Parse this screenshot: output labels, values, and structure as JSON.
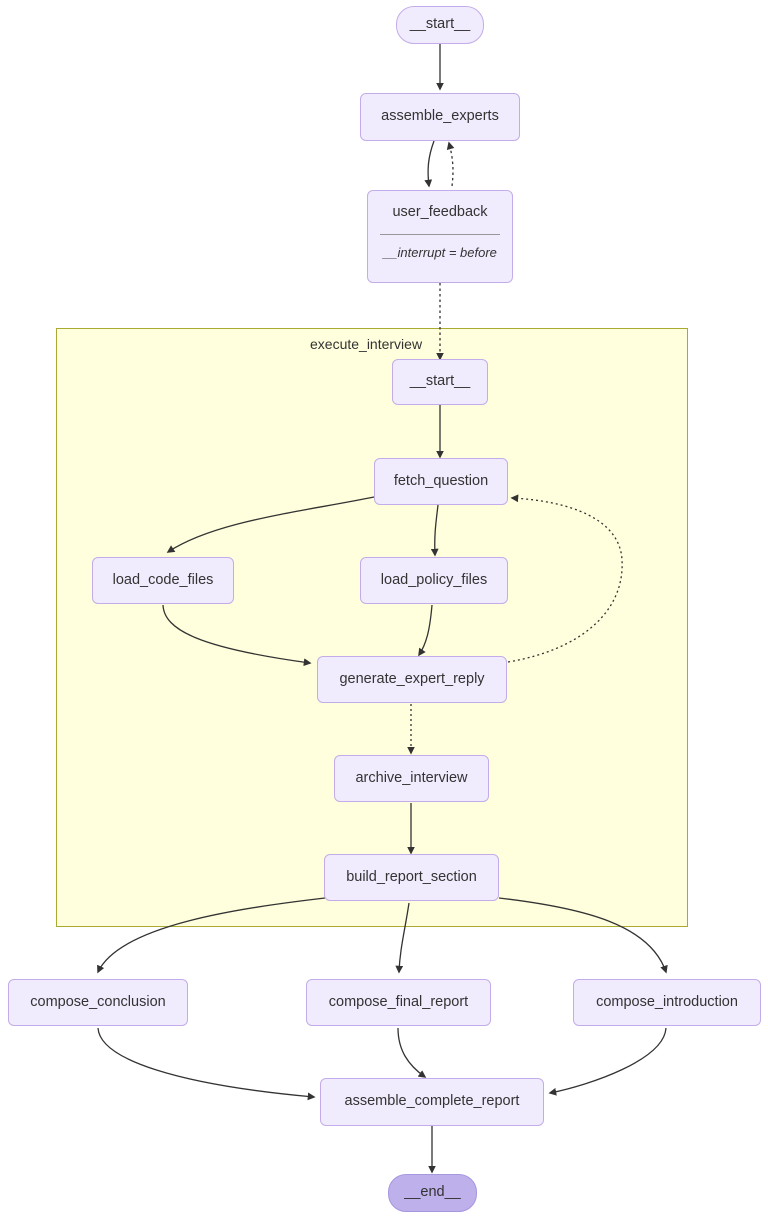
{
  "diagram": {
    "type": "flowchart",
    "direction": "top-down",
    "colors": {
      "node_fill": "#f1ecfd",
      "node_border": "#c3ace9",
      "node_text": "#333333",
      "end_fill": "#bdb0eb",
      "end_border": "#a796e0",
      "subgraph_fill": "#ffffdd",
      "subgraph_border": "#aaaa33",
      "edge_stroke": "#333333",
      "background": "#ffffff"
    },
    "subgraph": {
      "label": "execute_interview"
    },
    "nodes": {
      "start_outer": {
        "label": "__start__",
        "shape": "pill"
      },
      "assemble_experts": {
        "label": "assemble_experts",
        "shape": "rounded-rect"
      },
      "user_feedback": {
        "label": "user_feedback",
        "shape": "rounded-rect",
        "meta": "__interrupt = before"
      },
      "start_inner": {
        "label": "__start__",
        "shape": "rounded-rect"
      },
      "fetch_question": {
        "label": "fetch_question",
        "shape": "rounded-rect"
      },
      "load_code_files": {
        "label": "load_code_files",
        "shape": "rounded-rect"
      },
      "load_policy_files": {
        "label": "load_policy_files",
        "shape": "rounded-rect"
      },
      "generate_expert_reply": {
        "label": "generate_expert_reply",
        "shape": "rounded-rect"
      },
      "archive_interview": {
        "label": "archive_interview",
        "shape": "rounded-rect"
      },
      "build_report_section": {
        "label": "build_report_section",
        "shape": "rounded-rect"
      },
      "compose_conclusion": {
        "label": "compose_conclusion",
        "shape": "rounded-rect"
      },
      "compose_final_report": {
        "label": "compose_final_report",
        "shape": "rounded-rect"
      },
      "compose_introduction": {
        "label": "compose_introduction",
        "shape": "rounded-rect"
      },
      "assemble_complete_report": {
        "label": "assemble_complete_report",
        "shape": "rounded-rect"
      },
      "end_outer": {
        "label": "__end__",
        "shape": "pill"
      }
    },
    "edges": [
      {
        "from": "start_outer",
        "to": "assemble_experts",
        "style": "solid"
      },
      {
        "from": "assemble_experts",
        "to": "user_feedback",
        "style": "solid"
      },
      {
        "from": "user_feedback",
        "to": "assemble_experts",
        "style": "dotted"
      },
      {
        "from": "user_feedback",
        "to": "start_inner",
        "style": "dotted"
      },
      {
        "from": "start_inner",
        "to": "fetch_question",
        "style": "solid"
      },
      {
        "from": "fetch_question",
        "to": "load_code_files",
        "style": "solid"
      },
      {
        "from": "fetch_question",
        "to": "load_policy_files",
        "style": "solid"
      },
      {
        "from": "load_code_files",
        "to": "generate_expert_reply",
        "style": "solid"
      },
      {
        "from": "load_policy_files",
        "to": "generate_expert_reply",
        "style": "solid"
      },
      {
        "from": "generate_expert_reply",
        "to": "fetch_question",
        "style": "dotted"
      },
      {
        "from": "generate_expert_reply",
        "to": "archive_interview",
        "style": "dotted"
      },
      {
        "from": "archive_interview",
        "to": "build_report_section",
        "style": "solid"
      },
      {
        "from": "build_report_section",
        "to": "compose_conclusion",
        "style": "solid"
      },
      {
        "from": "build_report_section",
        "to": "compose_final_report",
        "style": "solid"
      },
      {
        "from": "build_report_section",
        "to": "compose_introduction",
        "style": "solid"
      },
      {
        "from": "compose_conclusion",
        "to": "assemble_complete_report",
        "style": "solid"
      },
      {
        "from": "compose_final_report",
        "to": "assemble_complete_report",
        "style": "solid"
      },
      {
        "from": "compose_introduction",
        "to": "assemble_complete_report",
        "style": "solid"
      },
      {
        "from": "assemble_complete_report",
        "to": "end_outer",
        "style": "solid"
      }
    ]
  }
}
